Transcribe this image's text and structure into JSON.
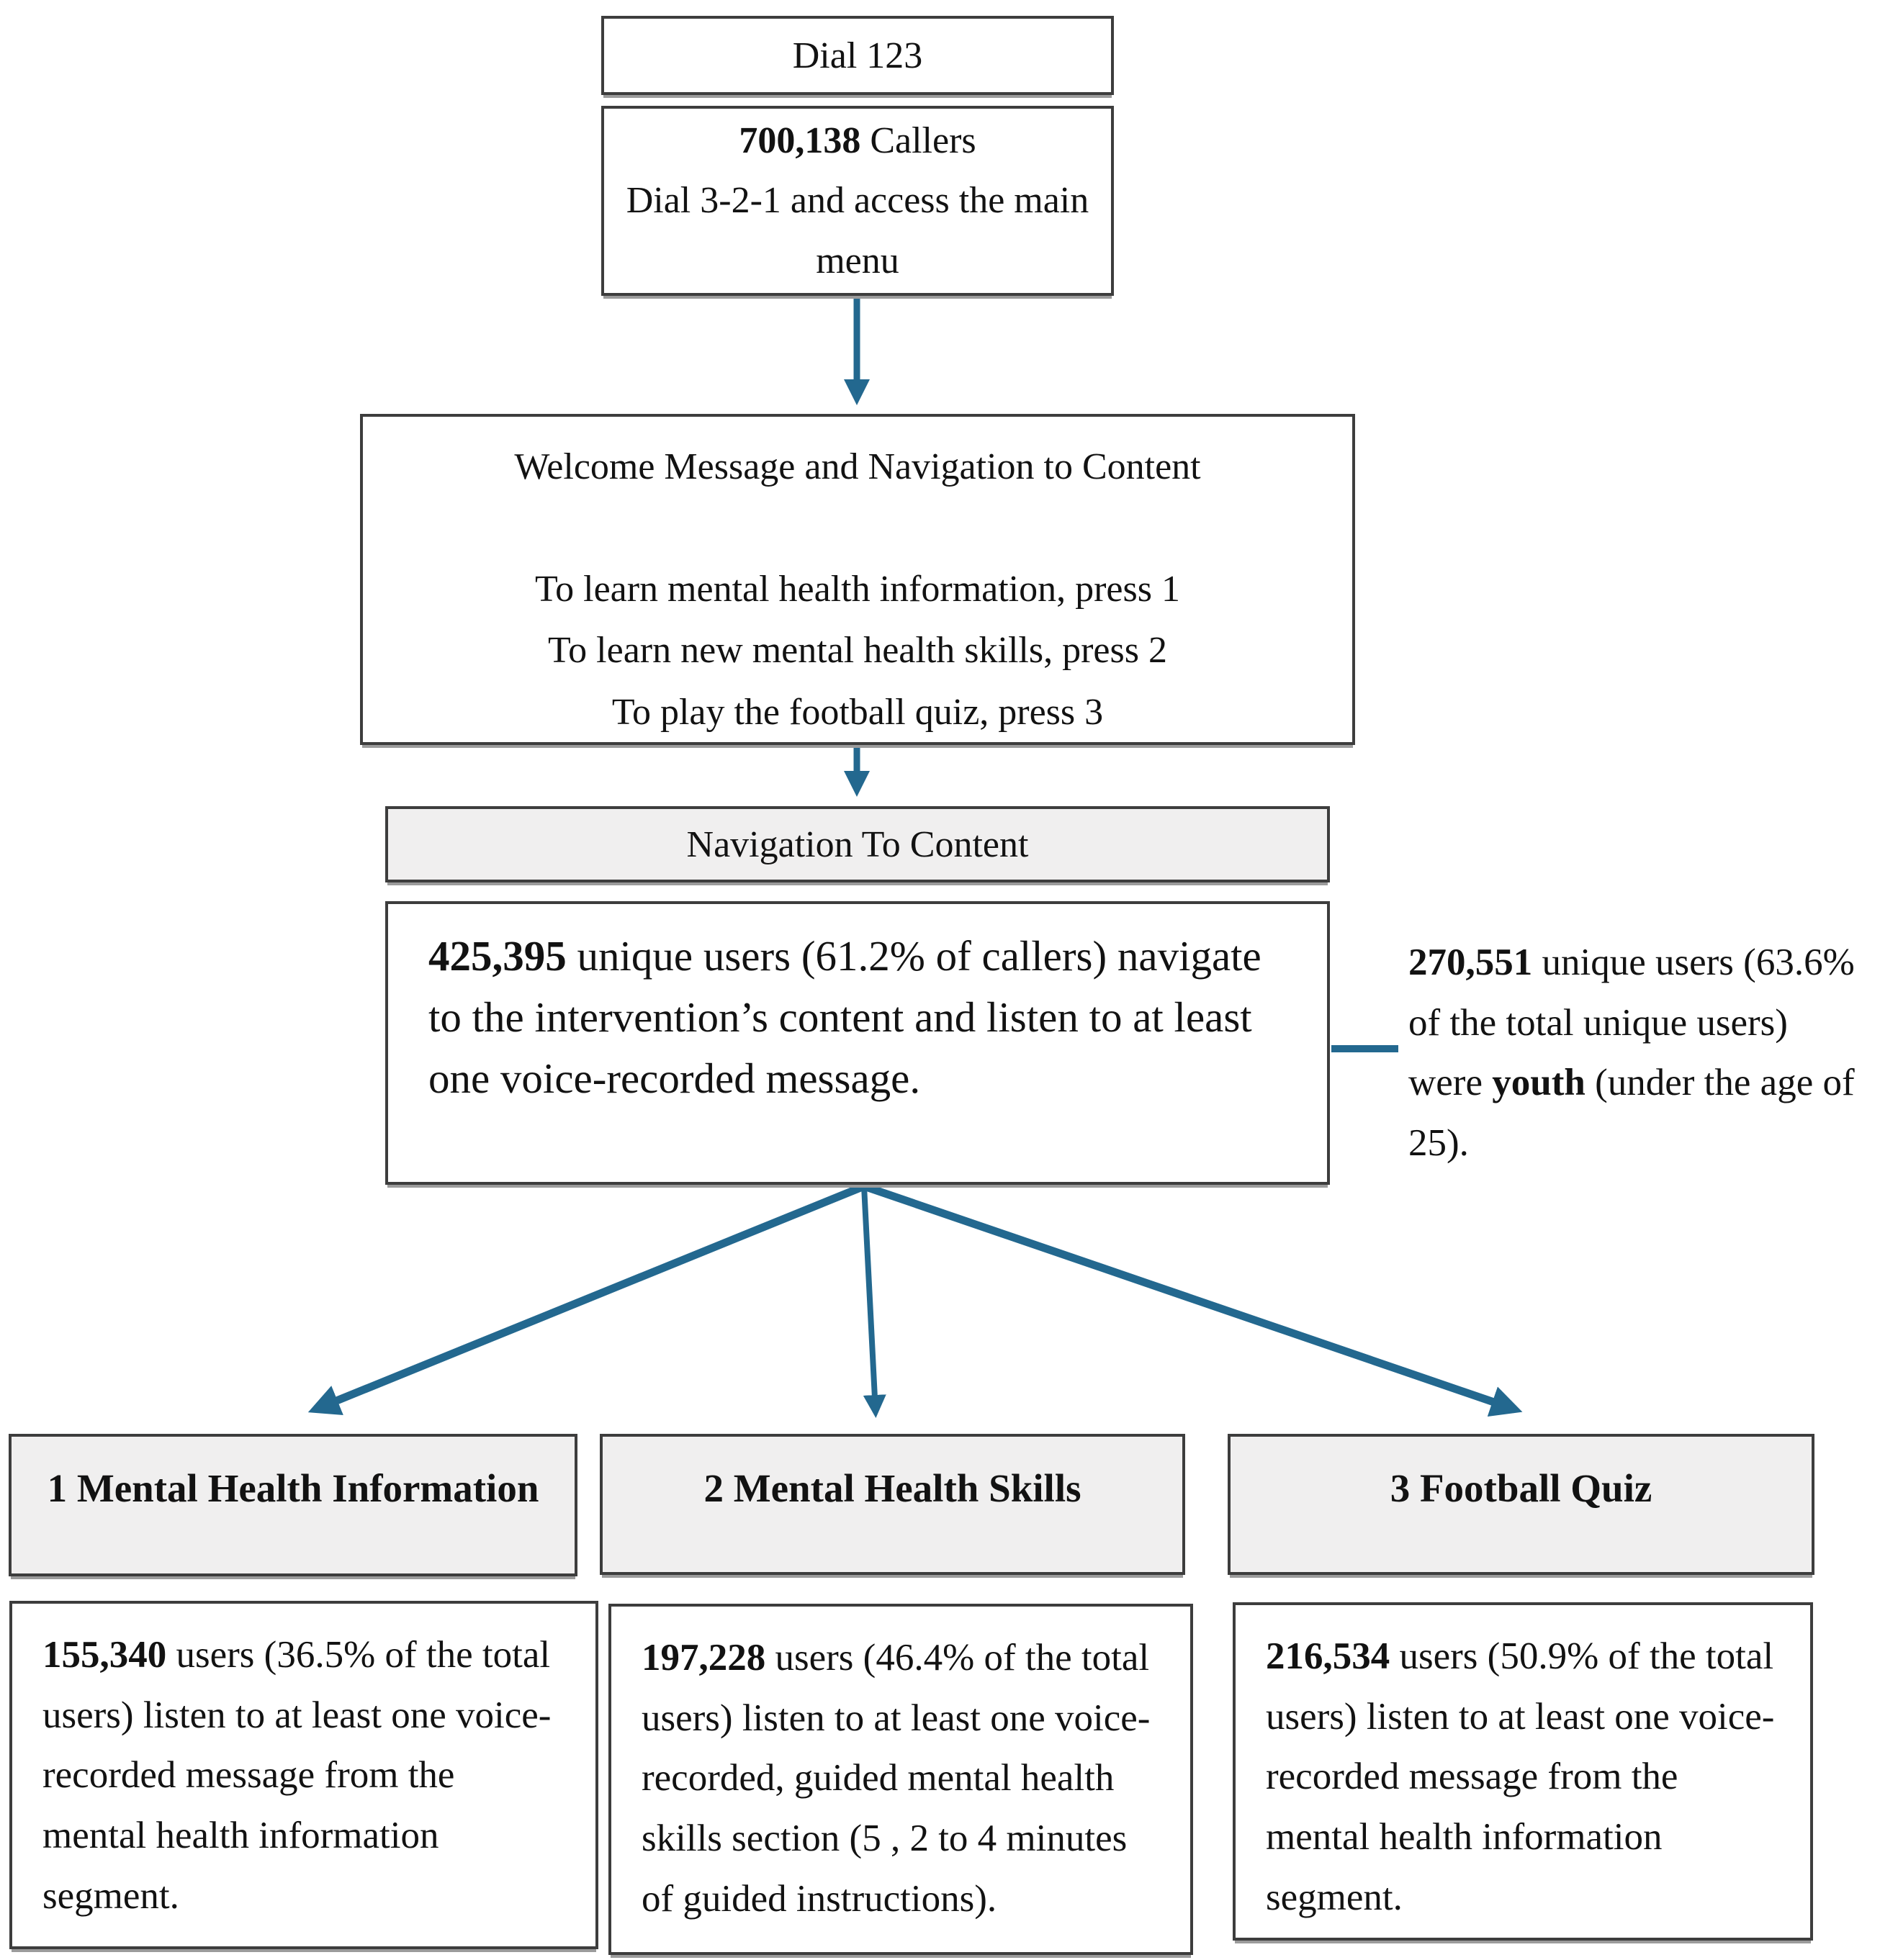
{
  "accent_color": "#23688f",
  "box_fill_gray": "#f0efef",
  "border_color": "#3d3d3d",
  "flow": {
    "dial_box": {
      "label": "Dial 123"
    },
    "callers_box": {
      "count": "700,138",
      "count_suffix": " Callers",
      "line2": "Dial 3-2-1 and access the main menu"
    },
    "welcome_box": {
      "title": "Welcome Message and Navigation to Content",
      "options": [
        "To learn mental health information, press 1",
        "To learn new mental health skills, press 2",
        "To play the football quiz, press 3"
      ]
    },
    "nav_bar": {
      "label": "Navigation To Content"
    },
    "users_box": {
      "count": "425,395",
      "text": " unique users (61.2% of callers) navigate to the intervention’s content and listen to at least one voice-recorded message."
    },
    "youth_note": {
      "count": "270,551",
      "text_mid": " unique users (63.6% of the total unique users) were ",
      "bold_word": "youth",
      "text_end": " (under the age of 25)."
    },
    "branches": [
      {
        "header": "1 Mental Health Information",
        "count": "155,340",
        "text": " users (36.5% of the total users) listen to at least one voice-recorded message from the mental health information segment."
      },
      {
        "header": "2 Mental Health Skills",
        "count": "197,228",
        "text": " users (46.4% of the total users) listen to at least one voice-recorded, guided mental health skills section (5 , 2 to 4 minutes of guided instructions)."
      },
      {
        "header": "3 Football Quiz",
        "count": "216,534",
        "text": " users (50.9% of the total users) listen to at least one voice-recorded message from the mental health information segment."
      }
    ]
  }
}
